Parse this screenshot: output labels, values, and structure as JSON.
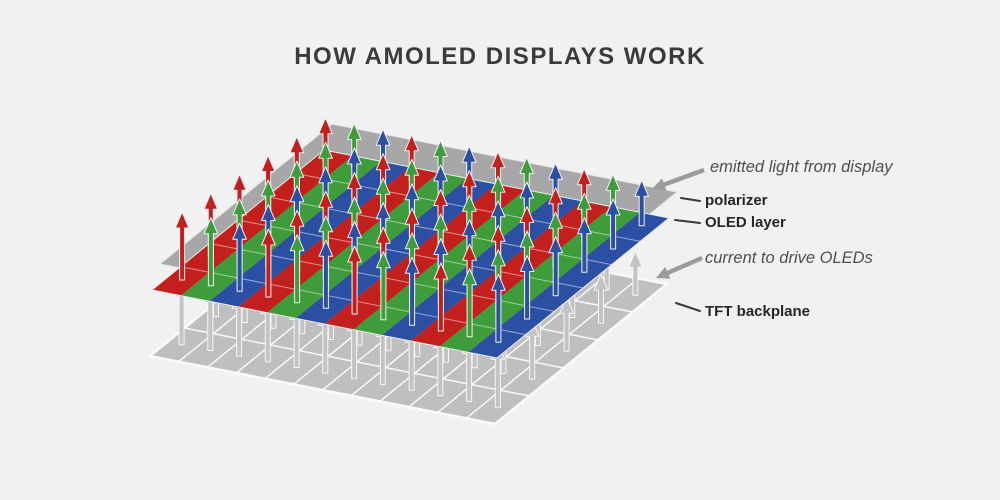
{
  "title": "HOW AMOLED DISPLAYS WORK",
  "annotations": {
    "emitted_light": "emitted light from display",
    "polarizer": "polarizer",
    "oled_layer": "OLED layer",
    "current": "current to drive OLEDs",
    "tft_backplane": "TFT backplane"
  },
  "diagram": {
    "type": "layered-isometric-exploded-view",
    "layers_top_to_bottom": [
      "polarizer",
      "OLED layer",
      "TFT backplane"
    ],
    "columns": 12,
    "oled_rows": 6,
    "backplane_rows": 5,
    "stripe_pattern": [
      "red",
      "green",
      "blue"
    ],
    "emitted_light_arrow_colors": "match subpixel stripe colors",
    "current_arrow_color_name": "gray"
  },
  "colors": {
    "background": "#f1f1f1",
    "title": "#3b3b3b",
    "label_bold": "#262626",
    "label_italic": "#4f4f4f",
    "pointer": "#9b9b9b",
    "leader": "#3a3a3a",
    "polarizer": "#a7a7a7",
    "backplane": "#bfbfbf",
    "grid_line": "#ffffff",
    "current_arrow": "#c3c3c3",
    "red": "#c3201d",
    "green": "#3f9c3a",
    "blue": "#2b4fa3"
  }
}
